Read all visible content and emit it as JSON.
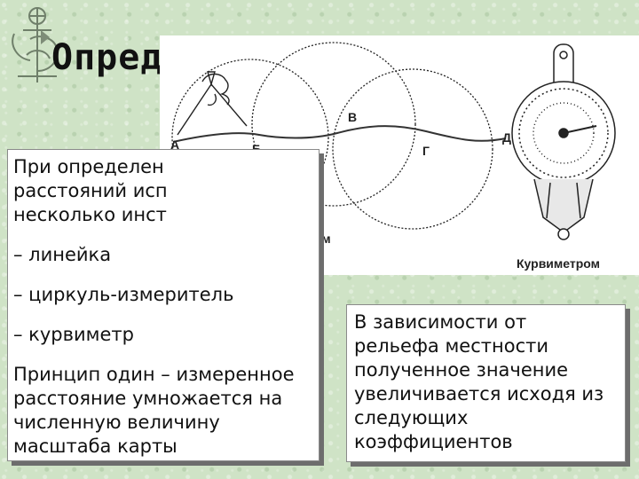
{
  "title": "Опред",
  "figure": {
    "labels": {
      "a": "А",
      "b": "Б",
      "v": "В",
      "g": "Г",
      "d": "Д"
    },
    "caption_compass": "Циркулем",
    "caption_curvimeter": "Курвиметром"
  },
  "left_box": {
    "lines": [
      "При определен",
      "расстояний исп",
      "несколько инст"
    ],
    "items": [
      "– линейка",
      "– циркуль-измеритель",
      "– курвиметр"
    ],
    "principle": [
      "Принцип один – измеренное",
      "расстояние умножается на",
      "численную величину",
      "масштаба карты"
    ]
  },
  "right_box": {
    "lines": [
      "В зависимости от",
      "рельефа местности",
      "полученное значение",
      "увеличивается исходя из",
      "следующих",
      "коэффициентов"
    ]
  }
}
